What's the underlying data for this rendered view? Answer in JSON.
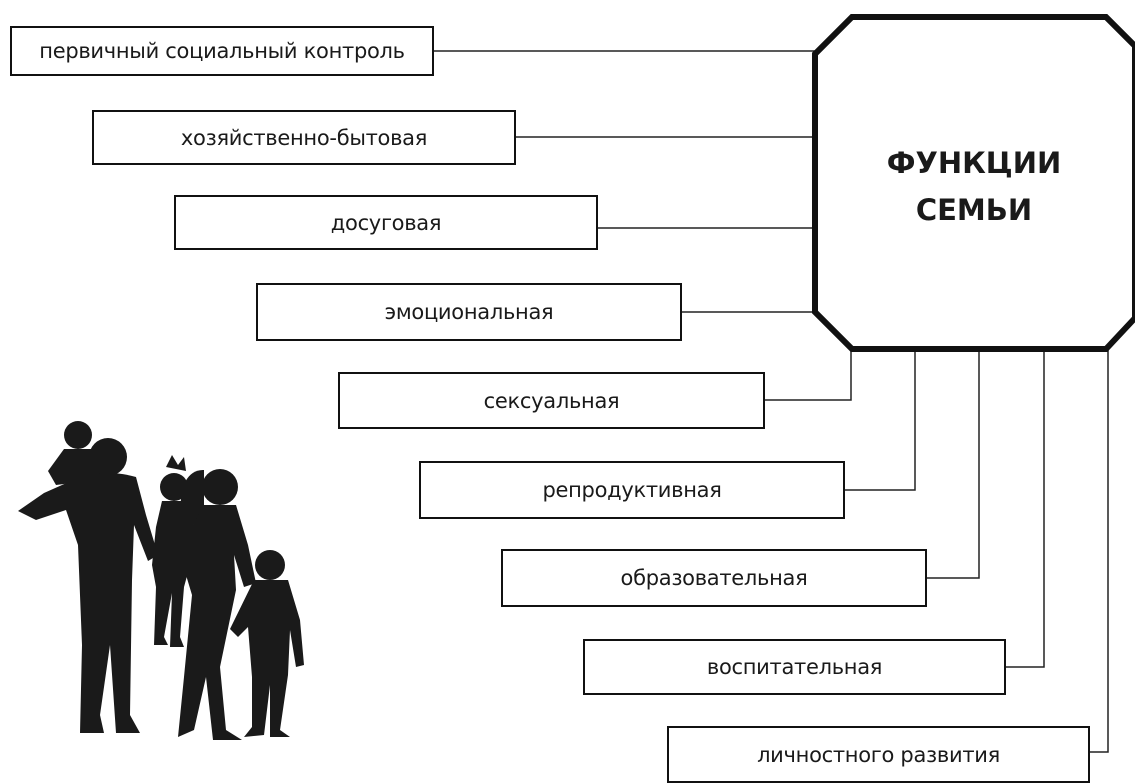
{
  "hub": {
    "line1": "ФУНКЦИИ",
    "line2": "СЕМЬИ"
  },
  "functions": [
    {
      "label": "первичный социальный контроль"
    },
    {
      "label": "хозяйственно-бытовая"
    },
    {
      "label": "досуговая"
    },
    {
      "label": "эмоциональная"
    },
    {
      "label": "сексуальная"
    },
    {
      "label": "репродуктивная"
    },
    {
      "label": "образовательная"
    },
    {
      "label": "воспитательная"
    },
    {
      "label": "личностного развития"
    }
  ],
  "illustration": {
    "icon": "family-silhouette-icon"
  },
  "colors": {
    "stroke": "#111111",
    "silhouette": "#1a1a1a",
    "background": "#ffffff"
  }
}
